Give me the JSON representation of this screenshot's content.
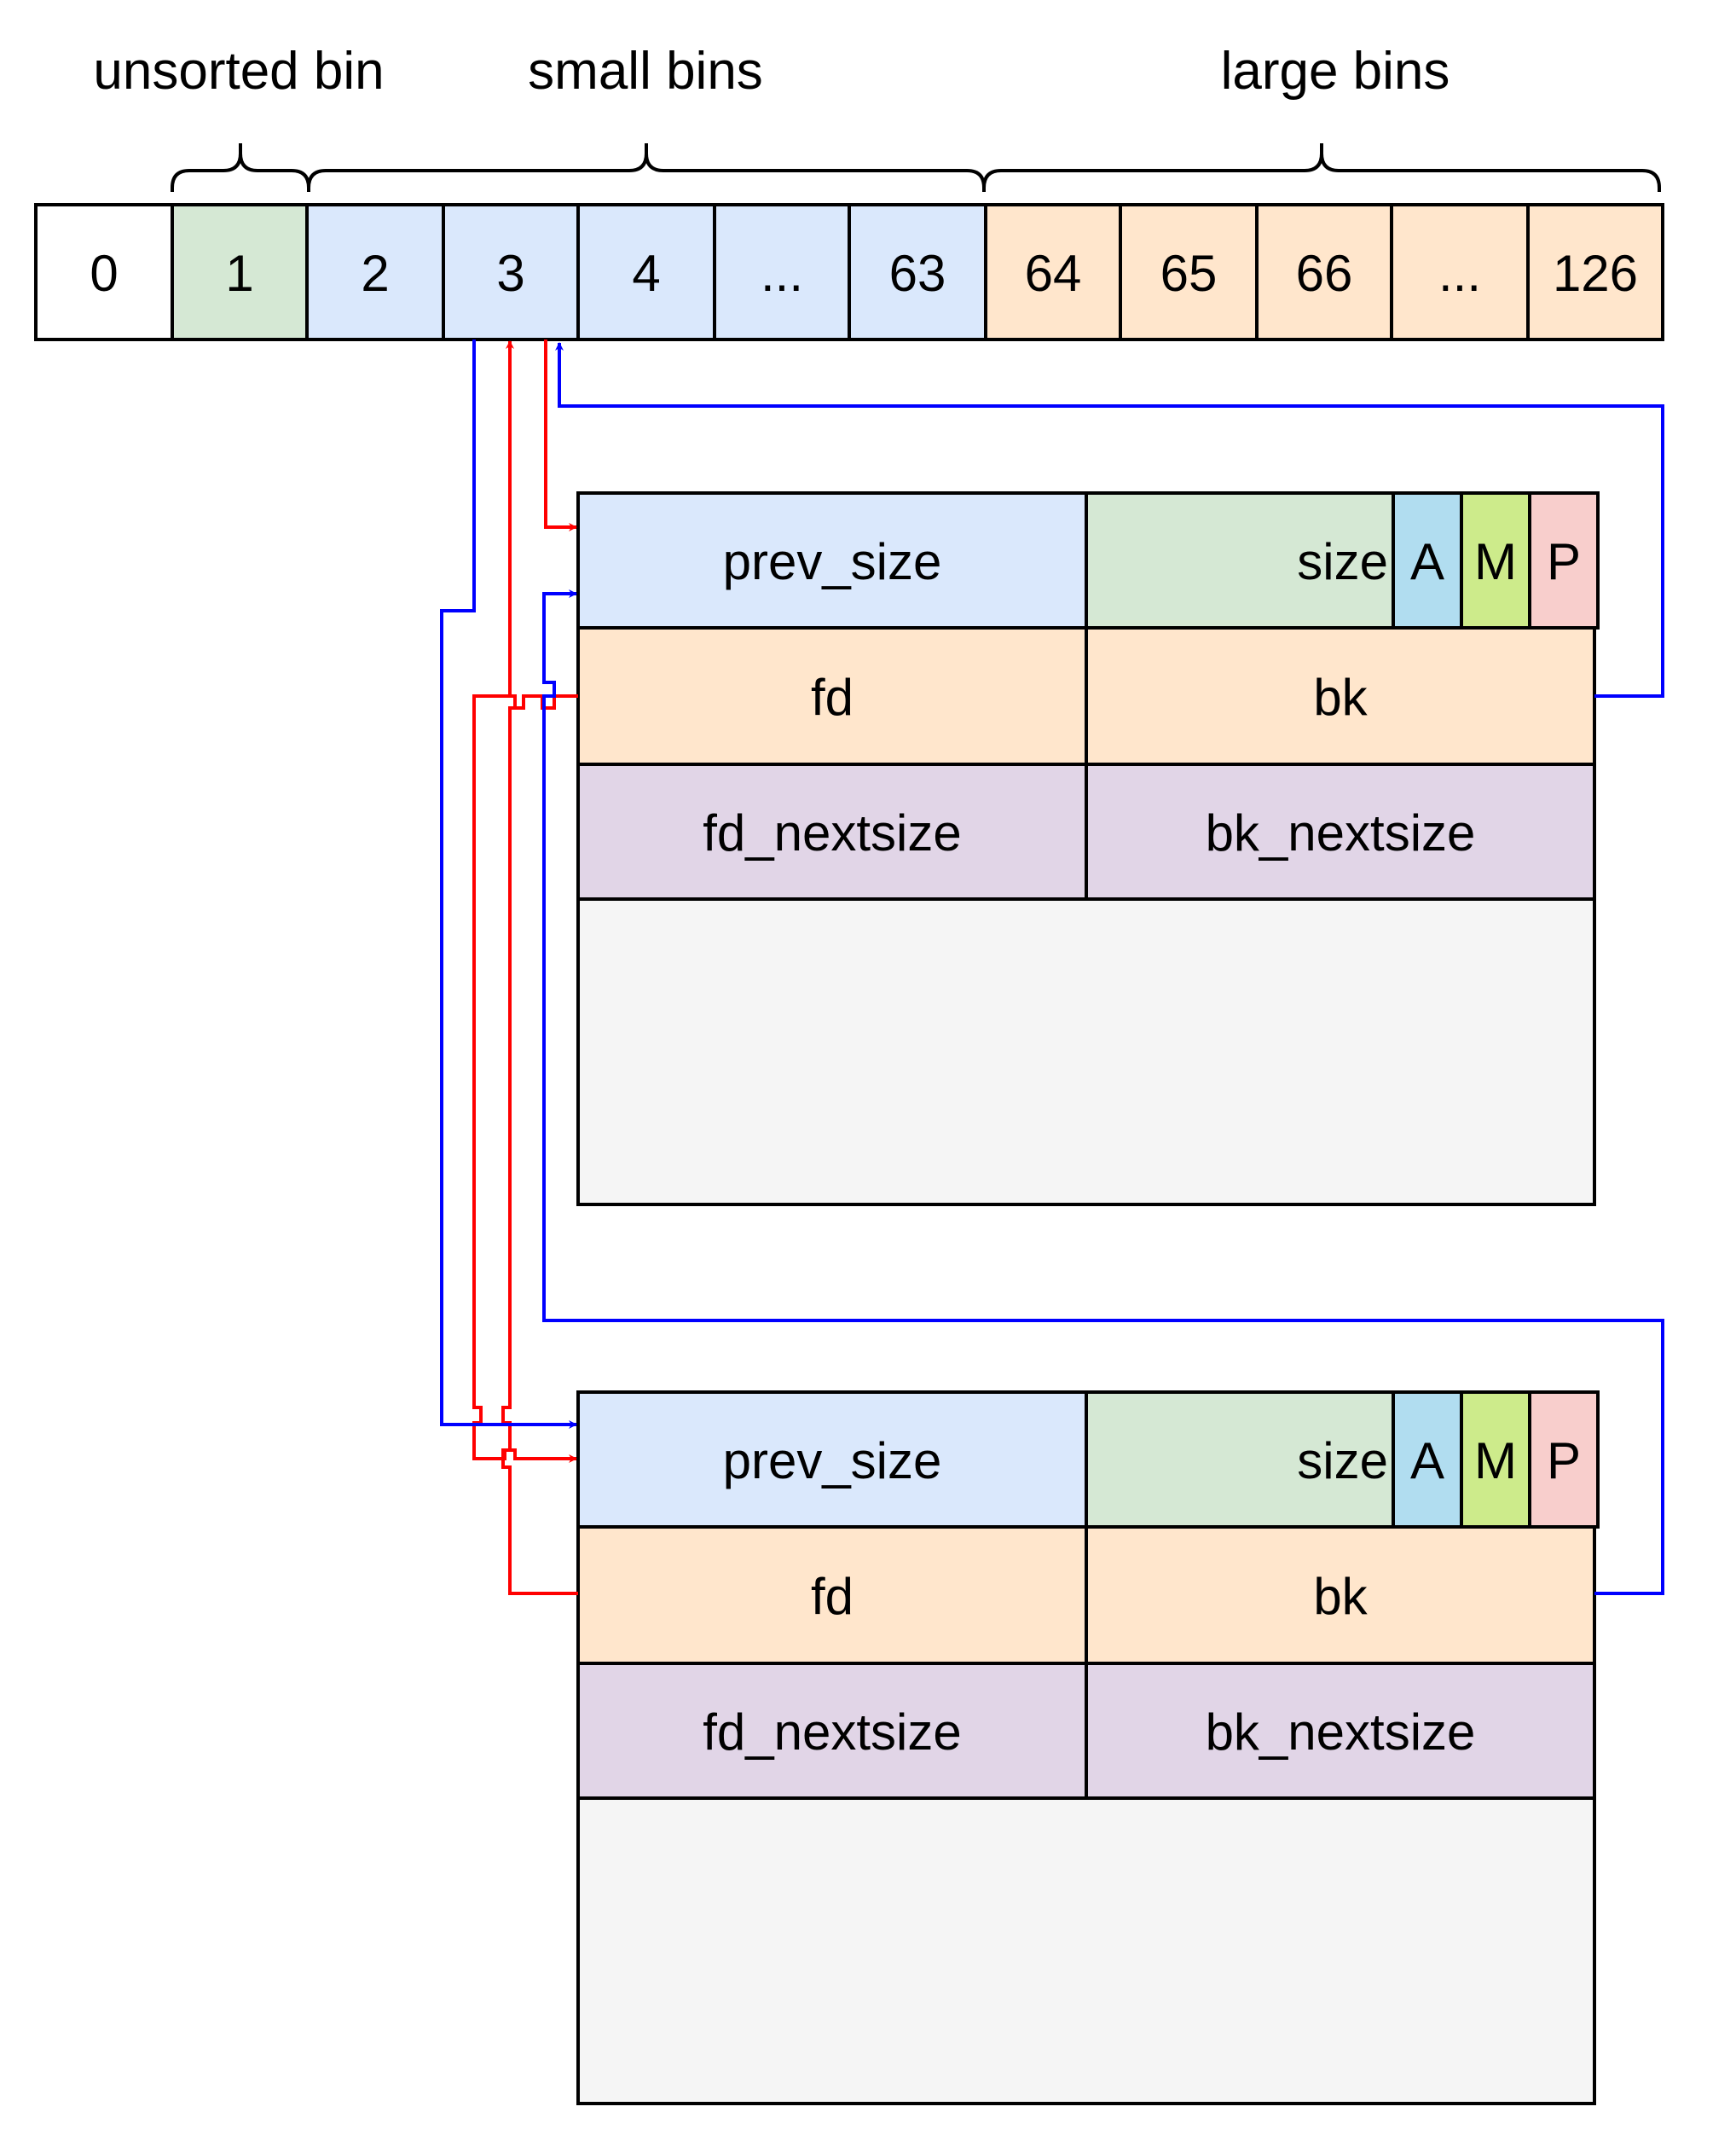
{
  "groups": {
    "unsorted": "unsorted bin",
    "small": "small bins",
    "large": "large bins"
  },
  "bins": [
    "0",
    "1",
    "2",
    "3",
    "4",
    "...",
    "63",
    "64",
    "65",
    "66",
    "...",
    "126"
  ],
  "chunk": {
    "prev_size": "prev_size",
    "size": "size",
    "flag_a": "A",
    "flag_m": "M",
    "flag_p": "P",
    "fd": "fd",
    "bk": "bk",
    "fd_nextsize": "fd_nextsize",
    "bk_nextsize": "bk_nextsize"
  },
  "colors": {
    "empty": "#ffffff",
    "unsorted": "#d5e8d4",
    "small": "#dae8fc",
    "large": "#ffe6cc",
    "size_field": "#d5e8d4",
    "flag_a": "#b1ddf0",
    "flag_m": "#cdeb8b",
    "flag_p": "#f8cecc",
    "nextsize": "#e1d5e7",
    "body": "#f5f5f5",
    "fd_link": "#ff0000",
    "bk_link": "#0000ff"
  }
}
